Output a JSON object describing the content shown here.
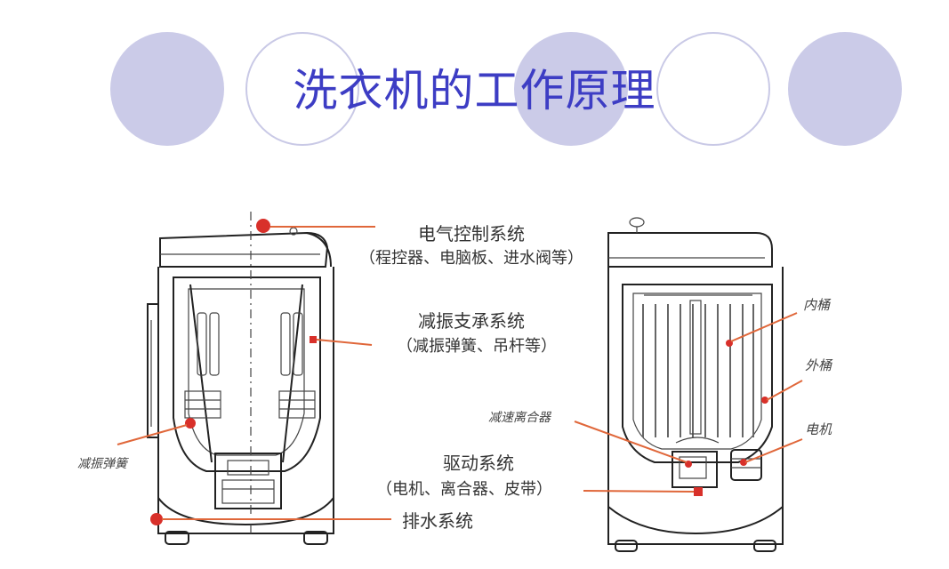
{
  "title": "洗衣机的工作原理",
  "colors": {
    "title": "#3d3dc4",
    "circle_fill": "#cbcbe8",
    "circle_outline": "#c9c9e6",
    "leader_line": "#e0673a",
    "marker": "#d8302a"
  },
  "left_labels": {
    "control_title": "电气控制系统",
    "control_detail": "（程控器、电脑板、进水阀等）",
    "damping_title": "减振支承系统",
    "damping_detail": "（减振弹簧、吊杆等）",
    "spring": "减振弹簧",
    "drive_title": "驱动系统",
    "drive_detail": "（电机、离合器、皮带）",
    "drain": "排水系统"
  },
  "right_labels": {
    "inner_tub": "内桶",
    "outer_tub": "外桶",
    "clutch": "减速离合器",
    "motor": "电机"
  }
}
